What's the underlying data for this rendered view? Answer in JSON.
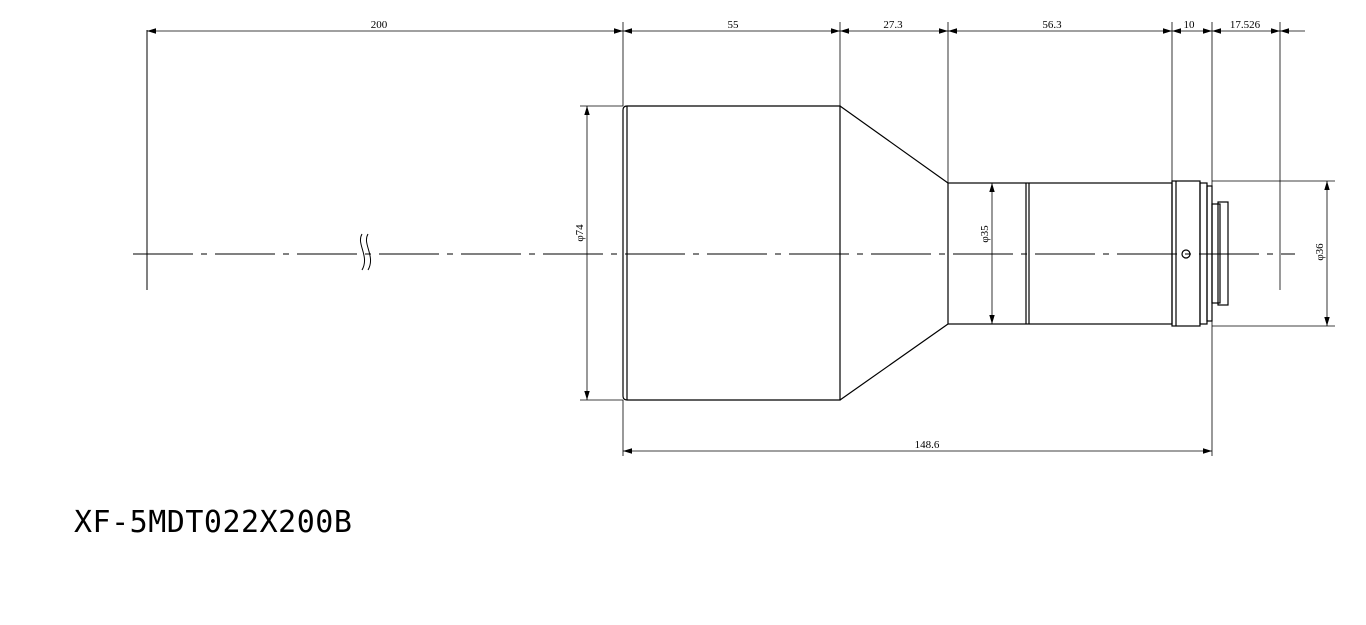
{
  "model_name": "XF-5MDT022X200B",
  "dimensions": {
    "working_distance": "200",
    "front_barrel_length": "55",
    "cone_length": "27.3",
    "mid_barrel_length": "56.3",
    "mount_length": "10",
    "flange_back": "17.526",
    "total_length": "148.6",
    "front_diameter": "φ74",
    "mid_diameter": "φ35",
    "mount_diameter": "φ36"
  }
}
